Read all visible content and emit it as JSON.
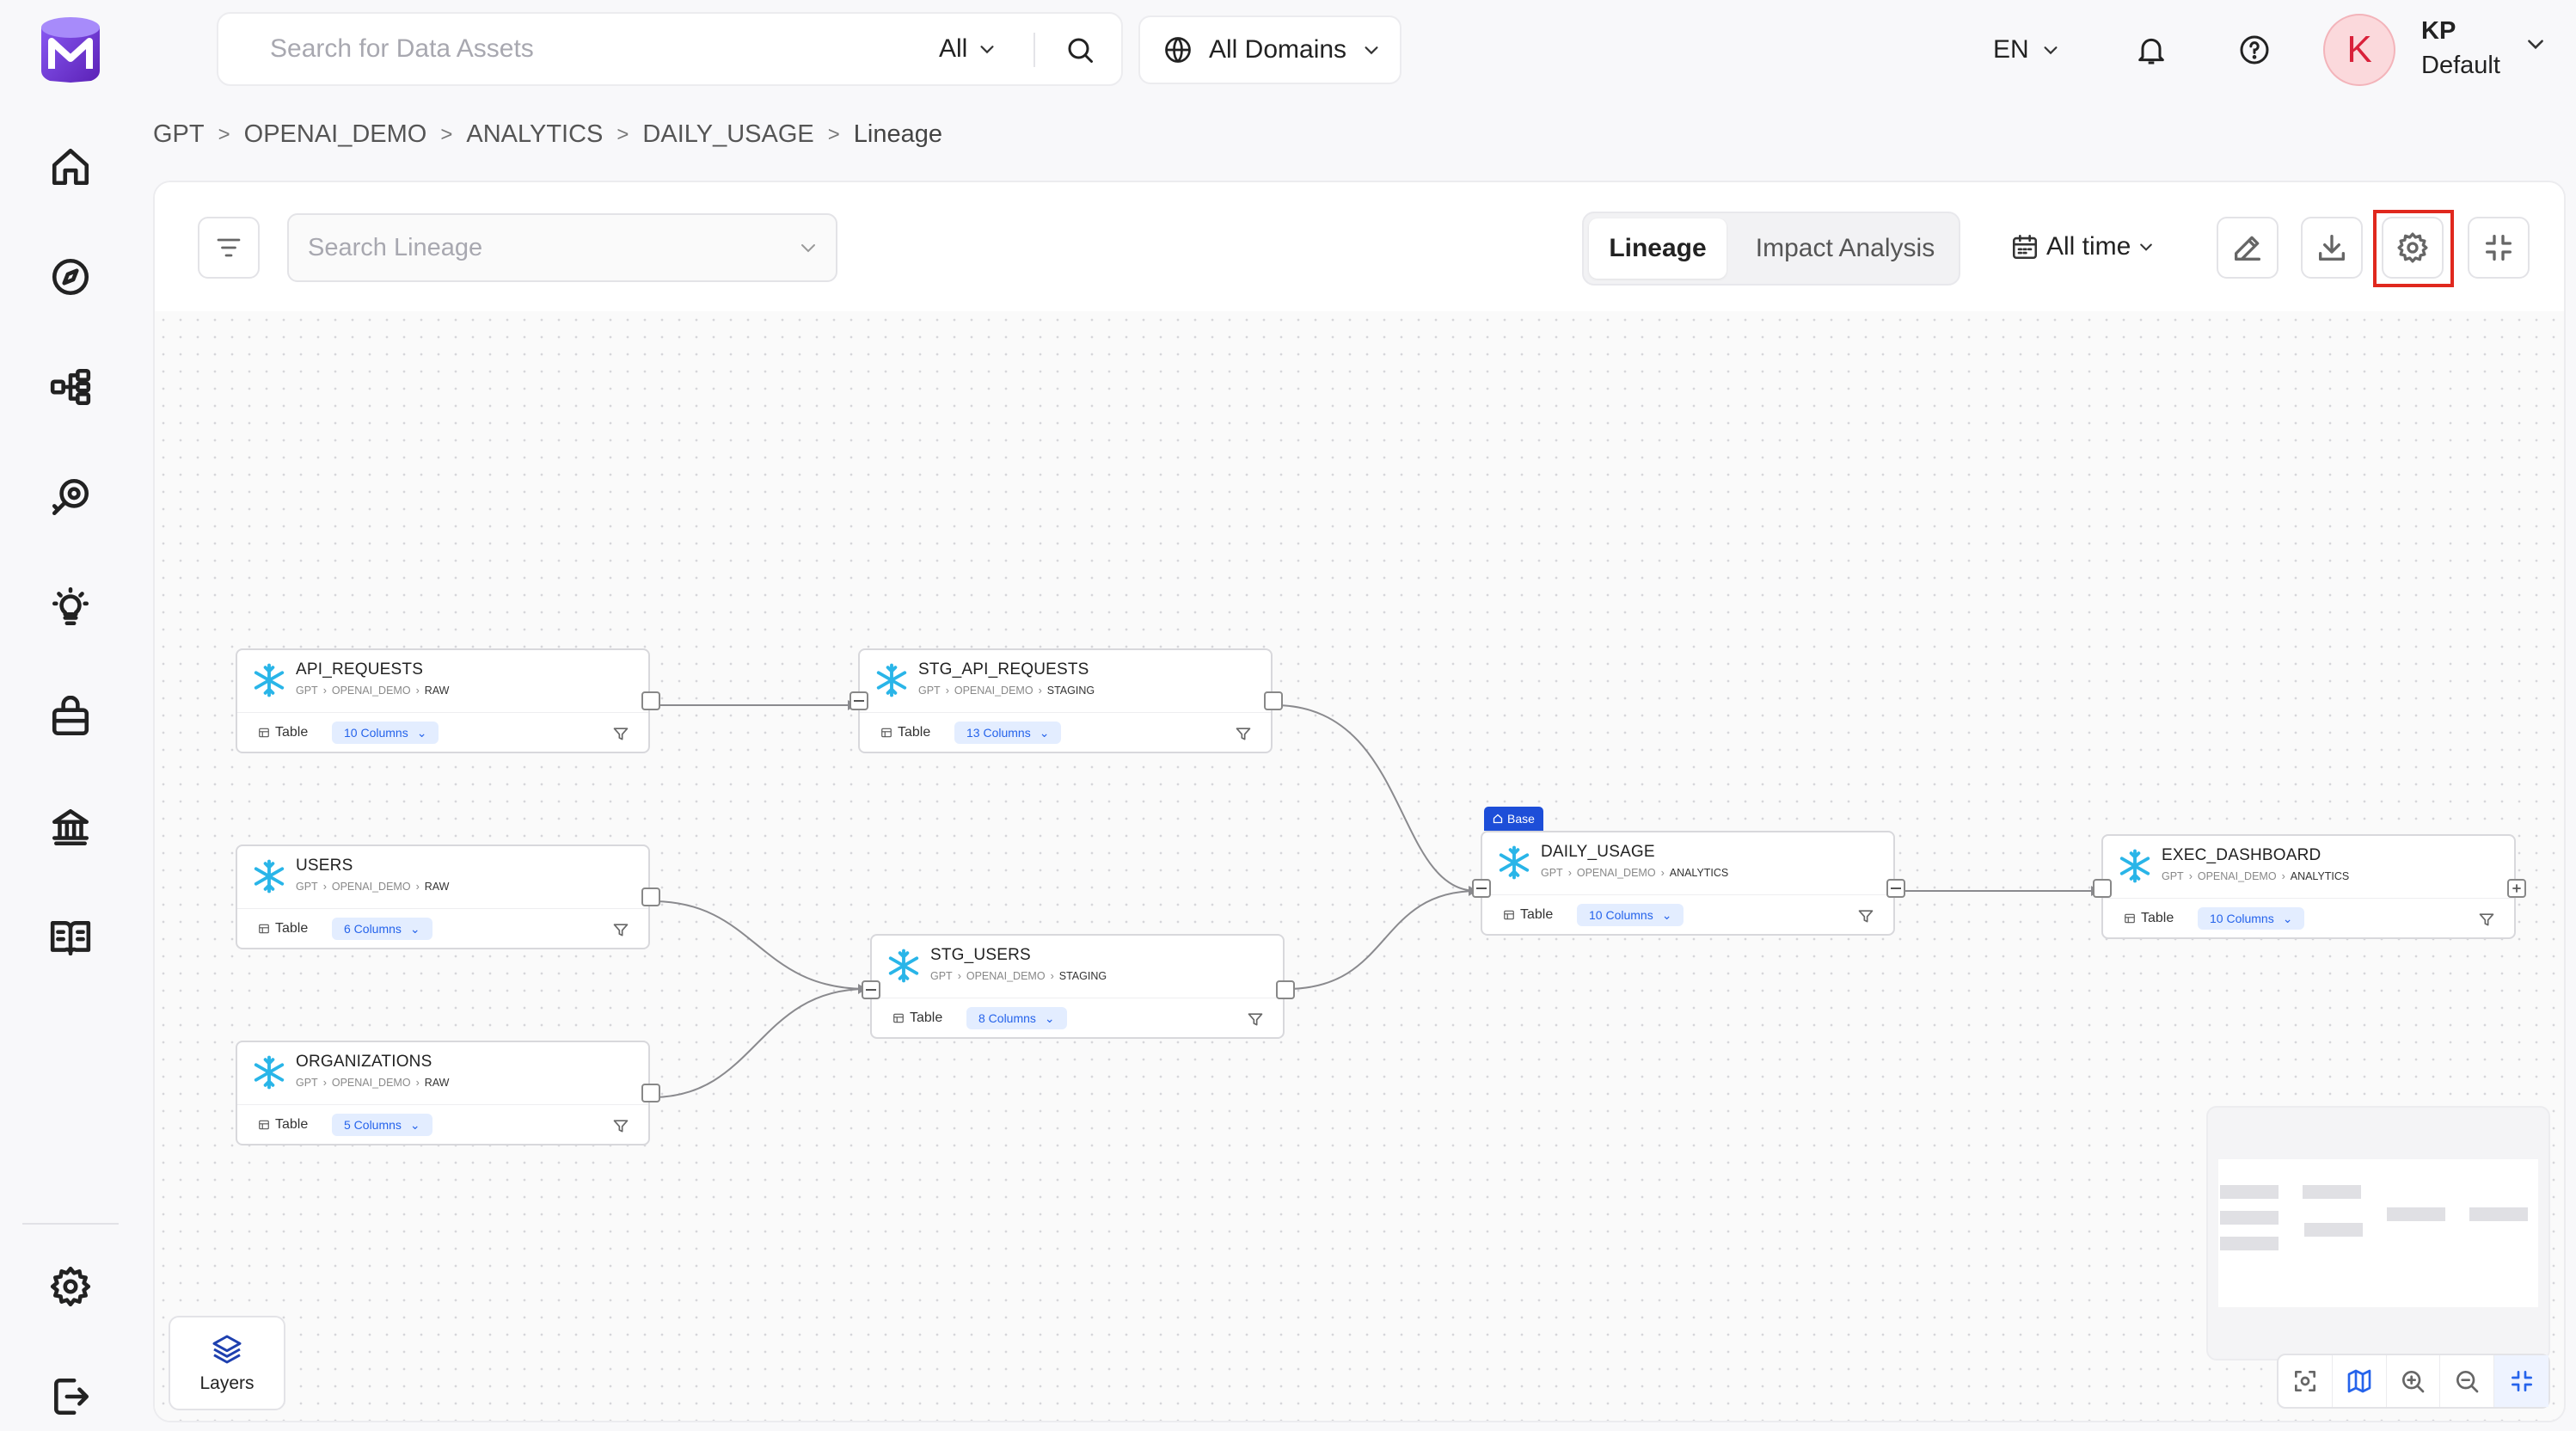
{
  "header": {
    "search_placeholder": "Search for Data Assets",
    "search_scope": "All",
    "domain_label": "All Domains",
    "language": "EN",
    "user": {
      "initial": "K",
      "name": "KP",
      "role": "Default"
    }
  },
  "sidebar": {
    "icons": [
      "home-icon",
      "explore-icon",
      "lineage-icon",
      "observability-icon",
      "insights-icon",
      "domains-icon",
      "governance-icon",
      "glossary-icon",
      "settings-icon",
      "logout-icon"
    ]
  },
  "breadcrumb": [
    {
      "label": "GPT"
    },
    {
      "label": "OPENAI_DEMO"
    },
    {
      "label": "ANALYTICS"
    },
    {
      "label": "DAILY_USAGE"
    },
    {
      "label": "Lineage"
    }
  ],
  "toolbar": {
    "lineage_search_placeholder": "Search Lineage",
    "tab_lineage": "Lineage",
    "tab_impact": "Impact Analysis",
    "time_range": "All time"
  },
  "nodes": {
    "api_requests": {
      "name": "API_REQUESTS",
      "path": [
        "GPT",
        "OPENAI_DEMO",
        "RAW"
      ],
      "type": "Table",
      "columns": "10 Columns"
    },
    "users": {
      "name": "USERS",
      "path": [
        "GPT",
        "OPENAI_DEMO",
        "RAW"
      ],
      "type": "Table",
      "columns": "6 Columns"
    },
    "organizations": {
      "name": "ORGANIZATIONS",
      "path": [
        "GPT",
        "OPENAI_DEMO",
        "RAW"
      ],
      "type": "Table",
      "columns": "5 Columns"
    },
    "stg_api_requests": {
      "name": "STG_API_REQUESTS",
      "path": [
        "GPT",
        "OPENAI_DEMO",
        "STAGING"
      ],
      "type": "Table",
      "columns": "13 Columns"
    },
    "stg_users": {
      "name": "STG_USERS",
      "path": [
        "GPT",
        "OPENAI_DEMO",
        "STAGING"
      ],
      "type": "Table",
      "columns": "8 Columns"
    },
    "daily_usage": {
      "name": "DAILY_USAGE",
      "path": [
        "GPT",
        "OPENAI_DEMO",
        "ANALYTICS"
      ],
      "type": "Table",
      "columns": "10 Columns",
      "badge": "Base"
    },
    "exec_dashboard": {
      "name": "EXEC_DASHBOARD",
      "path": [
        "GPT",
        "OPENAI_DEMO",
        "ANALYTICS"
      ],
      "type": "Table",
      "columns": "10 Columns"
    }
  },
  "layers_label": "Layers",
  "colors": {
    "accent": "#2563eb",
    "highlight": "#e0281e",
    "brand": "#7c3aed"
  }
}
